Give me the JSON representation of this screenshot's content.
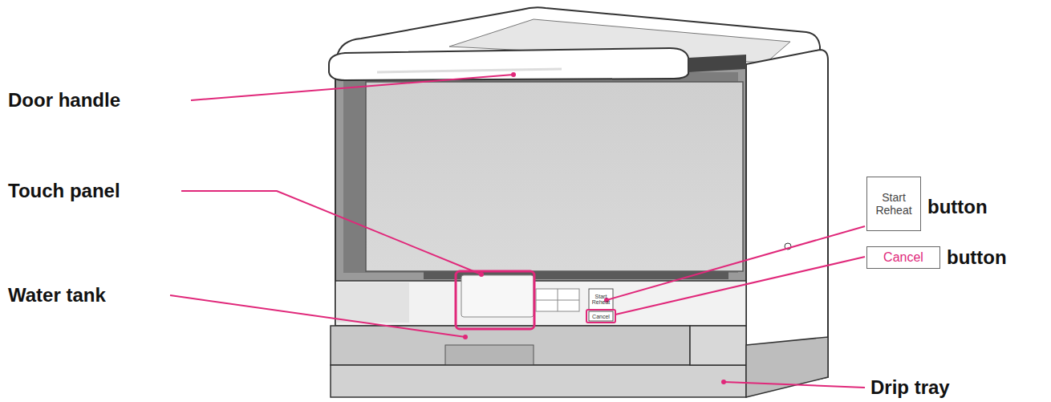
{
  "diagram": {
    "nodes": [
      {
        "text": [
          "Start Reheat"
        ]
      },
      {
        "text": [
          "Cancel"
        ]
      }
    ],
    "labels": [
      "Door handle",
      "Touch panel",
      "Water tank",
      "button",
      "button",
      "Drip tray",
      "Start Reheat",
      "Cancel"
    ]
  }
}
